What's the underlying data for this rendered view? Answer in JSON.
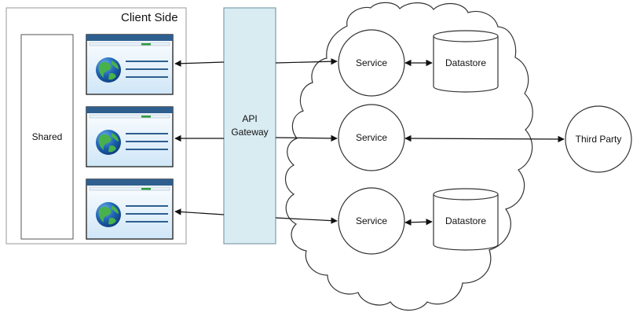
{
  "diagram": {
    "client_side": {
      "title": "Client Side",
      "shared_label": "Shared",
      "browser_windows": [
        {
          "icon": "globe-icon"
        },
        {
          "icon": "globe-icon"
        },
        {
          "icon": "globe-icon"
        }
      ]
    },
    "api_gateway": {
      "line1": "API",
      "line2": "Gateway"
    },
    "services": [
      {
        "label": "Service"
      },
      {
        "label": "Service"
      },
      {
        "label": "Service"
      }
    ],
    "datastores": [
      {
        "label": "Datastore"
      },
      {
        "label": "Datastore"
      }
    ],
    "third_party": {
      "label": "Third Party"
    },
    "colors": {
      "gateway_fill": "#d9ecf2",
      "gateway_border": "#7f9fae",
      "browser_titlebar": "#2e5f8f",
      "browser_bg": "#dceefa",
      "browser_accent": "#2e9a3a",
      "globe_blue": "#1f63b2",
      "globe_green": "#3aa33f",
      "stroke": "#333333"
    }
  }
}
